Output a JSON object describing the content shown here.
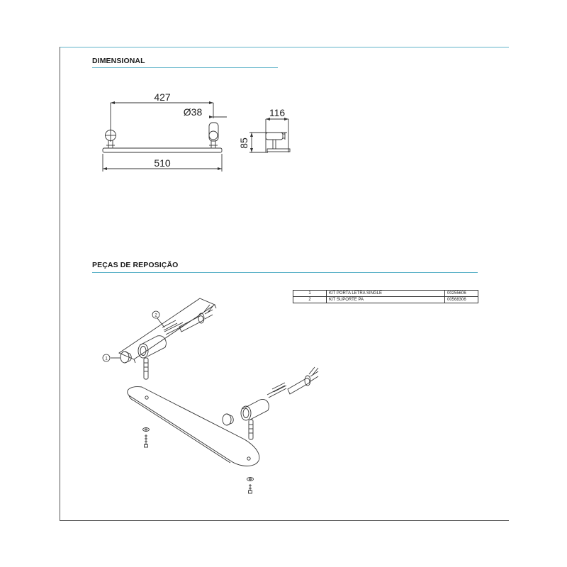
{
  "sections": {
    "dimensional": "DIMENSIONAL",
    "parts": "PEÇAS DE REPOSIÇÃO"
  },
  "dimensions": {
    "inner_span": "427",
    "diameter": "Ø38",
    "total_length": "510",
    "depth": "116",
    "height": "85"
  },
  "callouts": [
    "1",
    "2"
  ],
  "parts_table": [
    {
      "num": "1",
      "description": "KIT PORTA LETRA SINGLE",
      "code": "00255606"
    },
    {
      "num": "2",
      "description": "KIT SUPORTE PA",
      "code": "00568306"
    }
  ],
  "colors": {
    "accent_rule": "#5fb3c9",
    "line": "#333333"
  }
}
